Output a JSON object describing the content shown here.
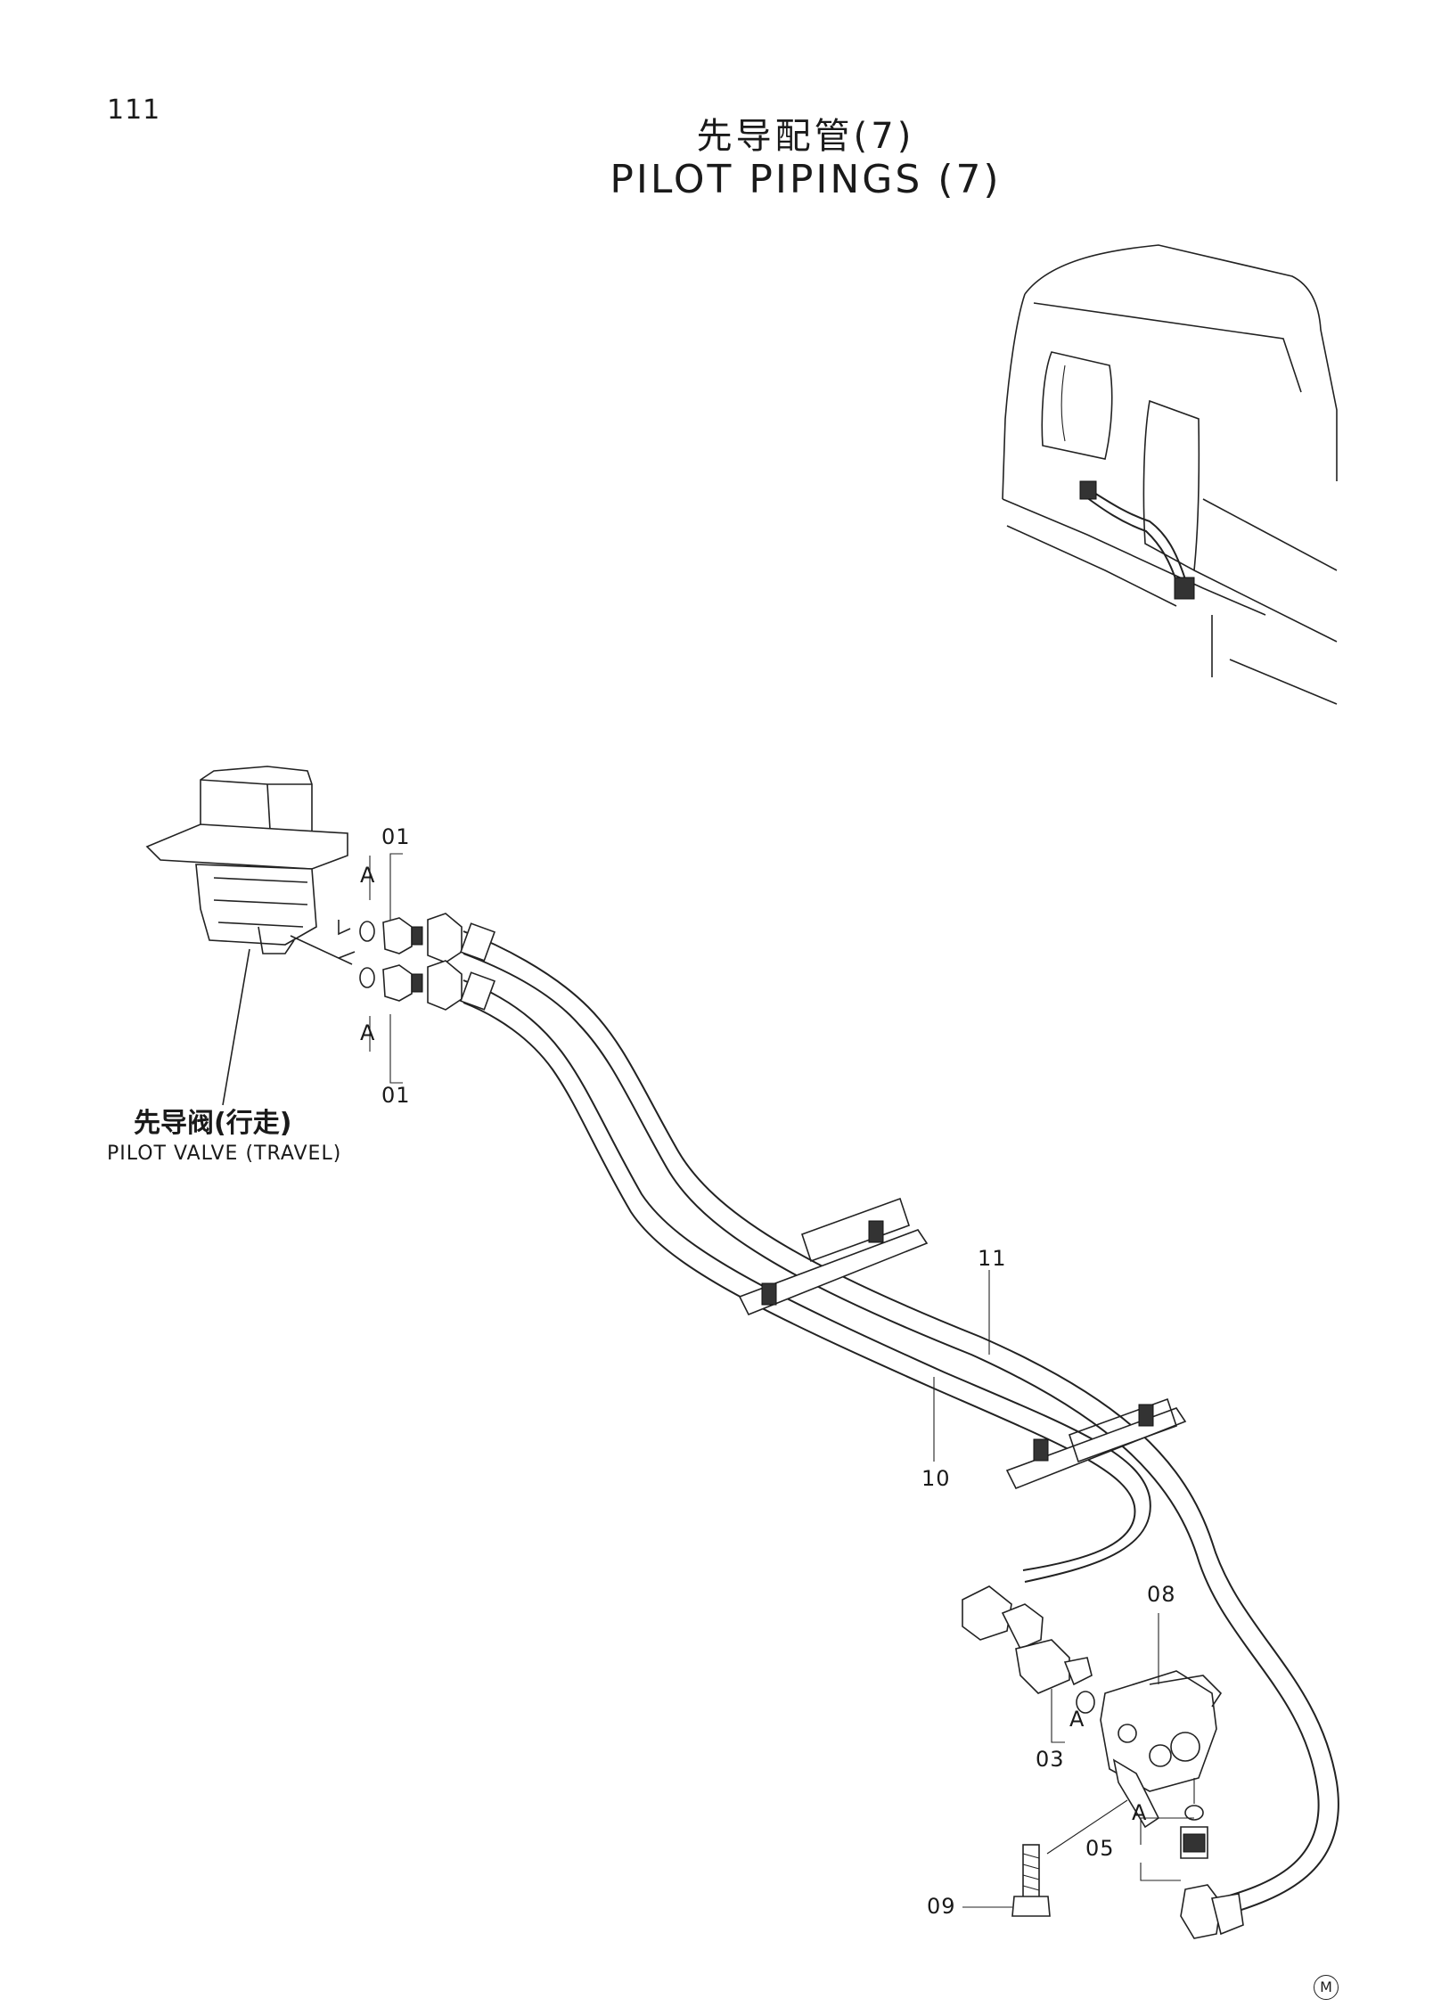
{
  "page_number": "111",
  "title_cn": "先导配管(7)",
  "title_en": "PILOT PIPINGS (7)",
  "callouts": {
    "c01_top": "01",
    "c01_bottom": "01",
    "a_top": "A",
    "a_bottom": "A",
    "a_03": "A",
    "a_05": "A",
    "c03": "03",
    "c05": "05",
    "c08": "08",
    "c09": "09",
    "c10": "10",
    "c11": "11"
  },
  "pilot_valve": {
    "label_cn": "先导阀(行走)",
    "label_en": "PILOT VALVE (TRAVEL)"
  },
  "corner_mark": "M"
}
